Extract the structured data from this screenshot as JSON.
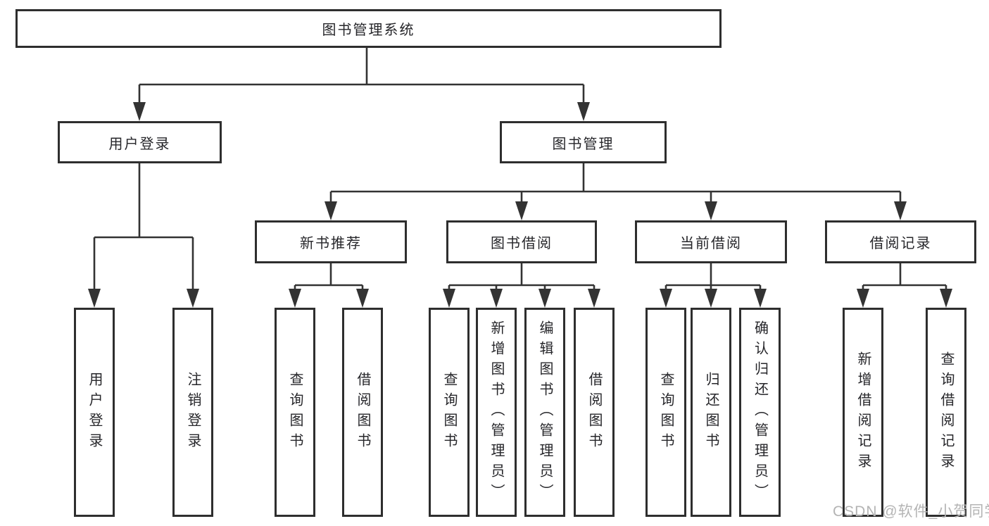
{
  "diagram_title": "图书管理系统",
  "nodes": {
    "root": "图书管理系统",
    "level2": [
      "用户登录",
      "图书管理"
    ],
    "level3": [
      "新书推荐",
      "图书借阅",
      "当前借阅",
      "借阅记录"
    ],
    "leaves": [
      "用户登录",
      "注销登录",
      "查询图书",
      "借阅图书",
      "查询图书",
      "新增图书（管理员）",
      "编辑图书（管理员）",
      "借阅图书",
      "查询图书",
      "归还图书",
      "确认归还（管理员）",
      "新增借阅记录",
      "查询借阅记录"
    ]
  },
  "watermark": {
    "text": "CSDN @软件_小贺同学"
  },
  "colors": {
    "line": "#333333",
    "box-border": "#2e2e2e",
    "text": "#26262a",
    "watermark": "#b4b4b4",
    "background": "#ffffff"
  }
}
